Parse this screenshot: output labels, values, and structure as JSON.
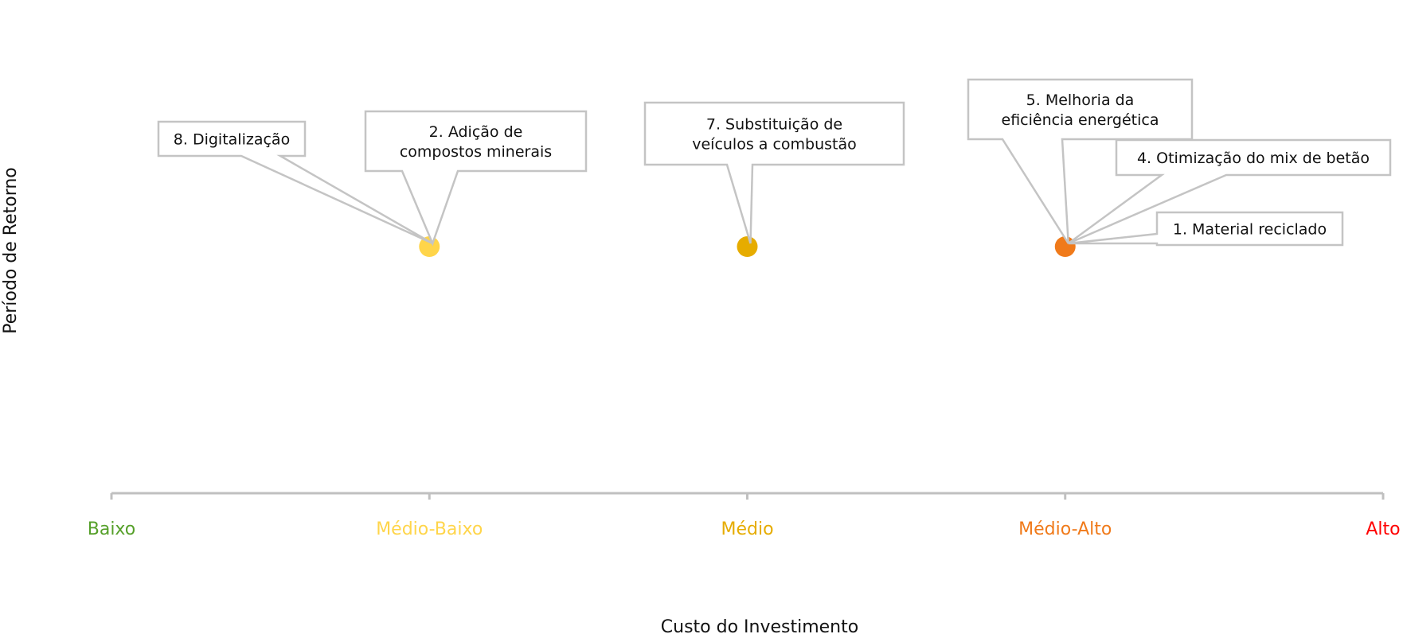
{
  "chart_data": {
    "type": "scatter",
    "xlabel": "Custo do Investimento",
    "ylabel": "Período de Retorno",
    "x_categories": [
      {
        "label": "Baixo",
        "color": "#56a02a"
      },
      {
        "label": "Médio-Baixo",
        "color": "#ffd54a"
      },
      {
        "label": "Médio",
        "color": "#e6ac00"
      },
      {
        "label": "Médio-Alto",
        "color": "#f07a1a"
      },
      {
        "label": "Alto",
        "color": "#ff0000"
      }
    ],
    "points": [
      {
        "id": "p8",
        "x": "Médio-Baixo",
        "lines": [
          "8. Digitalização"
        ]
      },
      {
        "id": "p2",
        "x": "Médio-Baixo",
        "lines": [
          "2. Adição de",
          "compostos minerais"
        ]
      },
      {
        "id": "p7",
        "x": "Médio",
        "lines": [
          "7. Substituição de",
          "veículos a combustão"
        ]
      },
      {
        "id": "p5",
        "x": "Médio-Alto",
        "lines": [
          "5. Melhoria da",
          "eficiência energética"
        ]
      },
      {
        "id": "p4",
        "x": "Médio-Alto",
        "lines": [
          "4. Otimização do mix de betão"
        ]
      },
      {
        "id": "p1",
        "x": "Médio-Alto",
        "lines": [
          "1. Material reciclado"
        ]
      }
    ],
    "grid": false
  }
}
